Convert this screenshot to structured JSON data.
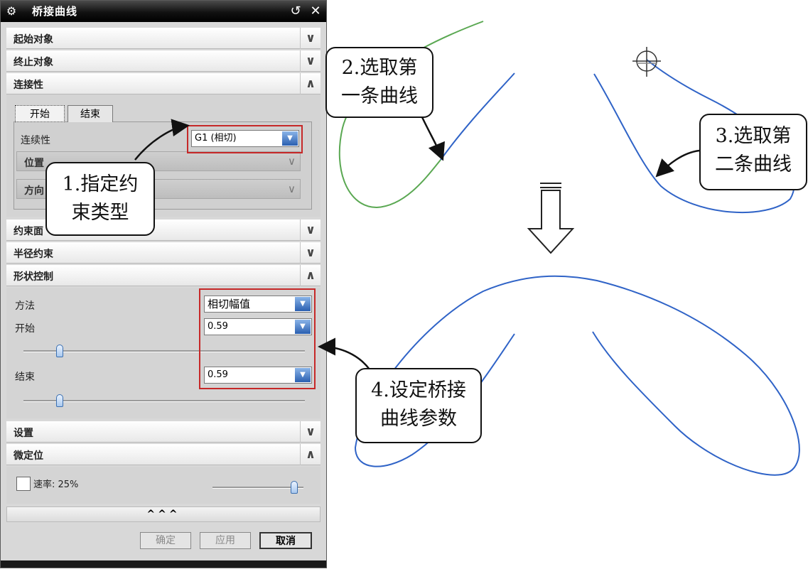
{
  "dialog": {
    "title": "桥接曲线",
    "sections": {
      "start_object": "起始对象",
      "end_object": "终止对象",
      "continuity": "连接性",
      "constraint_face": "约束面",
      "radius_constraint": "半径约束",
      "shape_control": "形状控制",
      "settings": "设置",
      "fine_positioning": "微定位"
    },
    "tabs": [
      "开始",
      "结束"
    ],
    "continuity_label": "连续性",
    "continuity_value": "G1 (相切)",
    "position_label": "位置",
    "direction_label": "方向",
    "method_label": "方法",
    "method_value": "相切幅值",
    "start_label": "开始",
    "start_value": "0.59",
    "end_label": "结束",
    "end_value": "0.59",
    "rate_label": "速率: 25%",
    "collapse_glyph": "^^^",
    "buttons": {
      "ok": "确定",
      "apply": "应用",
      "cancel": "取消"
    }
  },
  "callouts": {
    "c1": [
      "1.指定约",
      "束类型"
    ],
    "c2": [
      "2.选取第",
      "一条曲线"
    ],
    "c3": [
      "3.选取第",
      "二条曲线"
    ],
    "c4": [
      "4.设定桥接",
      "曲线参数"
    ]
  },
  "colors": {
    "curve1": "#5aa852",
    "curve2": "#2f63c7",
    "highlight_box": "#c62828"
  },
  "sliders": {
    "start_fraction": 0.13,
    "end_fraction": 0.13,
    "rate_fraction": 0.25
  }
}
